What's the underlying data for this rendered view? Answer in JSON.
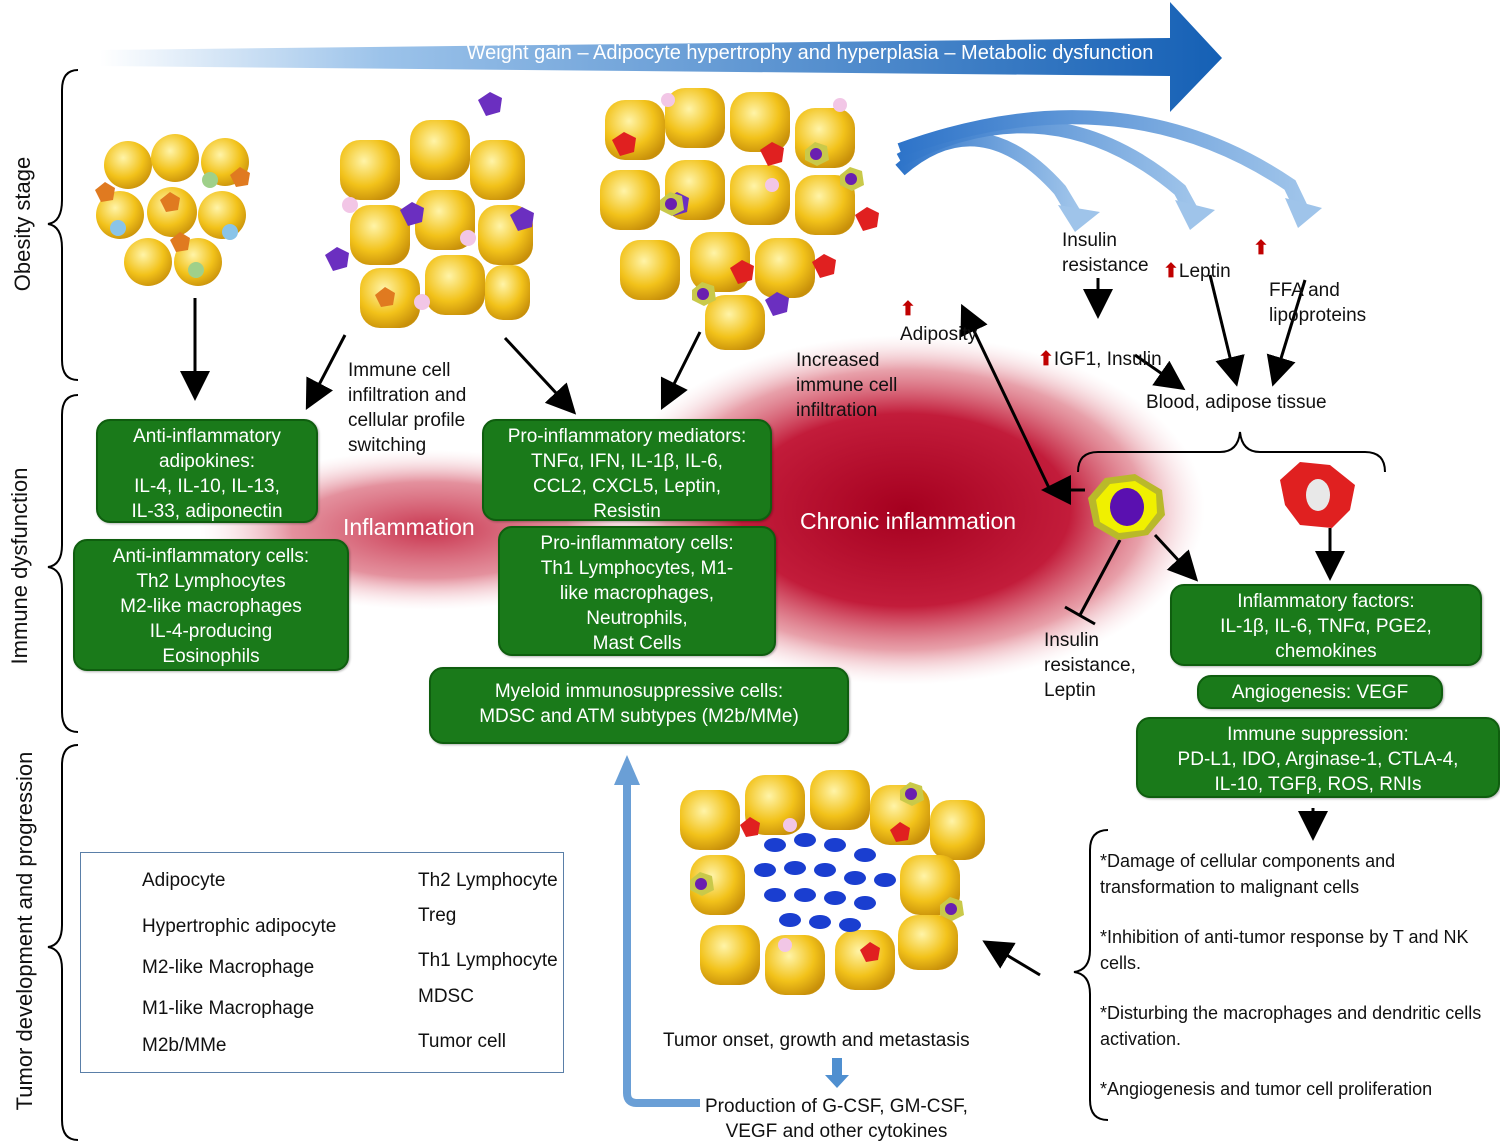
{
  "banner": "Weight gain – Adipocyte hypertrophy and hyperplasia – Metabolic dysfunction",
  "stages": {
    "obesity": "Obesity stage",
    "immune": "Immune dysfunction",
    "tumor": "Tumor development and progression"
  },
  "labels": {
    "immune_infiltration": "Immune cell\ninfiltration and\ncellular profile\nswitching",
    "increased_infiltration": "Increased\nimmune cell\ninfiltration",
    "adiposity": "Adiposity",
    "insulin_resistance": "Insulin\nresistance",
    "leptin": "Leptin",
    "ffa": "FFA and\nlipoproteins",
    "igf1": "IGF1, Insulin",
    "blood": "Blood, adipose tissue",
    "inflammation": "Inflammation",
    "chronic_inflammation": "Chronic inflammation",
    "insulin_leptin": "Insulin\nresistance,\nLeptin",
    "tumor_onset": "Tumor onset, growth and metastasis",
    "production": "Production of G-CSF, GM-CSF,\nVEGF and other cytokines"
  },
  "boxes": {
    "anti_adipokines": "Anti-inflammatory\nadipokines:\nIL-4, IL-10, IL-13,\nIL-33, adiponectin",
    "anti_cells": "Anti-inflammatory cells:\nTh2 Lymphocytes\nM2-like macrophages\nIL-4-producing\nEosinophils",
    "pro_mediators": "Pro-inflammatory  mediators:\nTNFα, IFN, IL-1β, IL-6,\nCCL2, CXCL5, Leptin,\nResistin",
    "pro_cells": "Pro-inflammatory  cells:\nTh1 Lymphocytes, M1-\nlike macrophages,\nNeutrophils,\nMast Cells",
    "myeloid": "Myeloid immunosuppressive  cells:\nMDSC and ATM subtypes (M2b/MMe)",
    "inflammatory_factors": "Inflammatory factors:\nIL-1β, IL-6, TNFα, PGE2,\nchemokines",
    "angiogenesis": "Angiogenesis: VEGF",
    "immune_suppression": "Immune suppression:\nPD-L1, IDO, Arginase-1, CTLA-4,\nIL-10, TGFβ, ROS, RNIs"
  },
  "bullets": [
    "*Damage of cellular components and transformation to malignant cells",
    "*Inhibition of anti-tumor response by T and NK cells.",
    "*Disturbing the macrophages and dendritic cells activation.",
    "*Angiogenesis and tumor cell proliferation"
  ],
  "legend": {
    "adipocyte": "Adipocyte",
    "hypertrophic": "Hypertrophic adipocyte",
    "m2": "M2-like Macrophage",
    "m1": "M1-like Macrophage",
    "m2b": "M2b/MMe",
    "th2": "Th2 Lymphocyte",
    "treg": "Treg",
    "th1": "Th1 Lymphocyte",
    "mdsc": "MDSC",
    "tumor": "Tumor cell"
  },
  "icons": {
    "up": "⬆"
  },
  "colors": {
    "banner": "#1f6fc0",
    "box_green": "#1a7a1a",
    "inflammation": "#b0102a",
    "up_arrow": "#c00000",
    "adipocyte": "#f2c21a",
    "m1": "#6b2fc0",
    "m2": "#e07a20",
    "m2b": "#e02020",
    "mdsc": "#6a1fb0",
    "tumor": "#1a3ed0"
  }
}
